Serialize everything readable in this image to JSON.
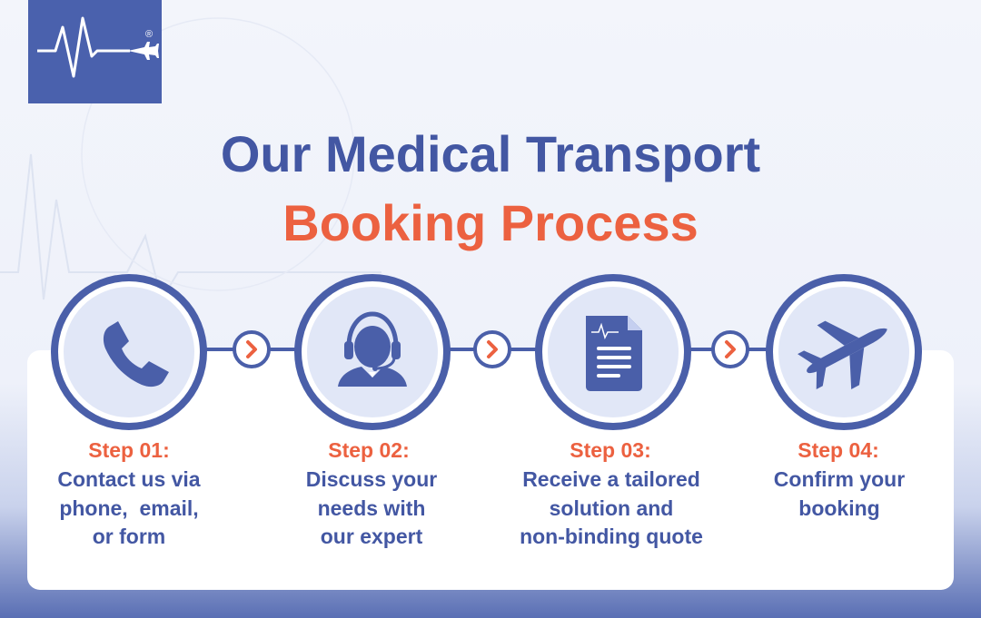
{
  "title": {
    "line1": "Our Medical Transport",
    "line2": "Booking Process"
  },
  "logo": {
    "icon": "heartbeat-plane-icon",
    "mark": "®"
  },
  "colors": {
    "primary": "#4a5fa9",
    "title_blue": "#4357a3",
    "accent": "#ec6140",
    "icon_fill": "#e1e7f7"
  },
  "steps": [
    {
      "label": "Step 01:",
      "icon": "phone-icon",
      "lines": [
        "Contact us via",
        "phone,  email,",
        "or form"
      ]
    },
    {
      "label": "Step 02:",
      "icon": "headset-agent-icon",
      "lines": [
        "Discuss your",
        "needs with",
        "our expert"
      ]
    },
    {
      "label": "Step 03:",
      "icon": "document-icon",
      "lines": [
        "Receive a tailored",
        "solution and",
        "non-binding quote"
      ]
    },
    {
      "label": "Step 04:",
      "icon": "airplane-icon",
      "lines": [
        "Confirm your",
        "booking"
      ]
    }
  ],
  "connector_icon": "chevron-right-icon"
}
